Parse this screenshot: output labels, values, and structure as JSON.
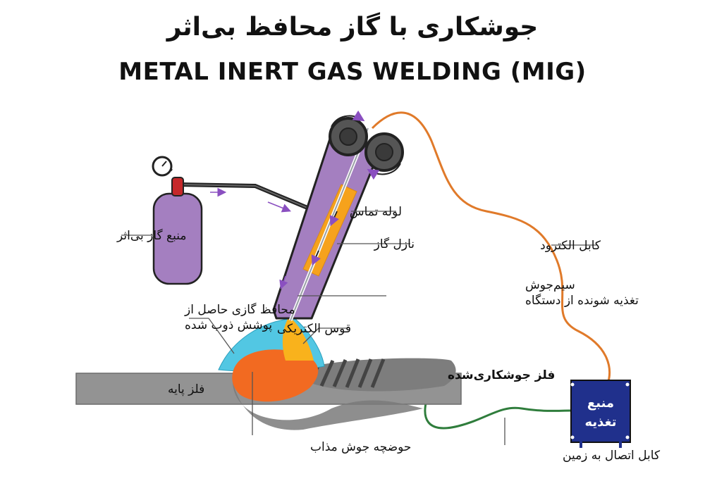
{
  "title": {
    "persian": "جوشکاری با گاز محافظ بی‌اثر",
    "english": "METAL INERT GAS WELDING (MIG)"
  },
  "labels": {
    "gas_source": "منبع گاز بی‌اثر",
    "contact_tube": "لوله تماس",
    "gas_nozzle": "نازل گاز",
    "wire_line1": "سیم‌جوش",
    "wire_line2": "تغذیه شونده از دستگاه",
    "shield_line1": "محافظ گازی حاصل از",
    "shield_line2": "پوشش ذوب شده",
    "arc": "قوس الکتریکی",
    "electrode_cable": "کابل الکترود",
    "base_metal": "فلز پایه",
    "welded_metal": "فلز جوشکاری‌شده",
    "weld_pool": "حوضچه جوش مذاب",
    "ground_cable": "کابل اتصال به زمین",
    "power_line1": "منبع",
    "power_line2": "تغذیه"
  },
  "colors": {
    "torch": "#a47fc0",
    "cylinder": "#a47fc0",
    "contact_tube": "#f6a21c",
    "base_metal": "#939393",
    "weld_pool": "#f26a21",
    "shield_gas": "#52c7e3",
    "electrode_cable": "#e07a2a",
    "ground_cable": "#2f7d3c",
    "power_source": "#20308c"
  }
}
